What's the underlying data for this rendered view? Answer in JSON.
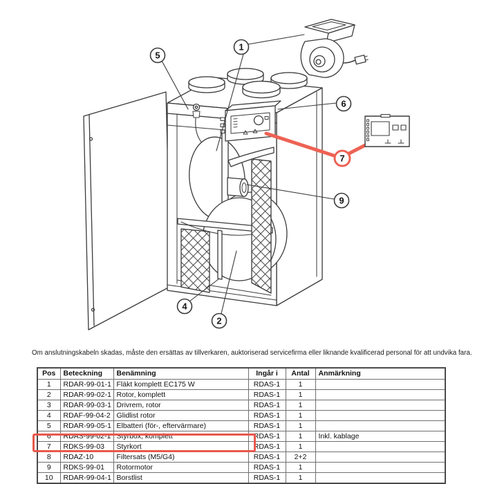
{
  "colors": {
    "line": "#3a3a3a",
    "accent_red": "#ed6254",
    "table_highlight_red": "#e9584b"
  },
  "diagram": {
    "callouts": [
      {
        "id": "callout-5",
        "label": "5"
      },
      {
        "id": "callout-1",
        "label": "1"
      },
      {
        "id": "callout-6",
        "label": "6"
      },
      {
        "id": "callout-7",
        "label": "7",
        "highlighted": true
      },
      {
        "id": "callout-9",
        "label": "9"
      },
      {
        "id": "callout-4",
        "label": "4"
      },
      {
        "id": "callout-2",
        "label": "2"
      }
    ]
  },
  "caption": "Om anslutningskabeln skadas, måste den ersättas av tillverkaren, auktoriserad servicefirma eller liknande kvalificerad personal för att undvika fara.",
  "table": {
    "headers": [
      "Pos",
      "Beteckning",
      "Benämning",
      "Ingår i",
      "Antal",
      "Anmärkning"
    ],
    "rows": [
      [
        "1",
        "RDAR-99-01-1",
        "Fläkt komplett EC175 W",
        "RDAS-1",
        "1",
        ""
      ],
      [
        "2",
        "RDAR-99-02-1",
        "Rotor, komplett",
        "RDAS-1",
        "1",
        ""
      ],
      [
        "3",
        "RDAR-99-03-1",
        "Drivrem, rotor",
        "RDAS-1",
        "1",
        ""
      ],
      [
        "4",
        "RDAF-99-04-2",
        "Glidlist rotor",
        "RDAS-1",
        "1",
        ""
      ],
      [
        "5",
        "RDAR-99-05-1",
        "Elbatteri (för-, eftervärmare)",
        "RDAS-1",
        "1",
        ""
      ],
      [
        "6",
        "RDAS-99-02-1",
        "Styrbox, komplett",
        "RDAS-1",
        "1",
        "Inkl. kablage"
      ],
      [
        "7",
        "RDKS-99-03",
        "Styrkort",
        "RDAS-1",
        "1",
        ""
      ],
      [
        "8",
        "RDAZ-10",
        "Filtersats (M5/G4)",
        "RDAS-1",
        "2+2",
        ""
      ],
      [
        "9",
        "RDKS-99-01",
        "Rotormotor",
        "RDAS-1",
        "1",
        ""
      ],
      [
        "10",
        "RDAR-99-04-1",
        "Borstlist",
        "RDAS-1",
        "1",
        ""
      ]
    ],
    "highlighted_row_pos": "7"
  }
}
